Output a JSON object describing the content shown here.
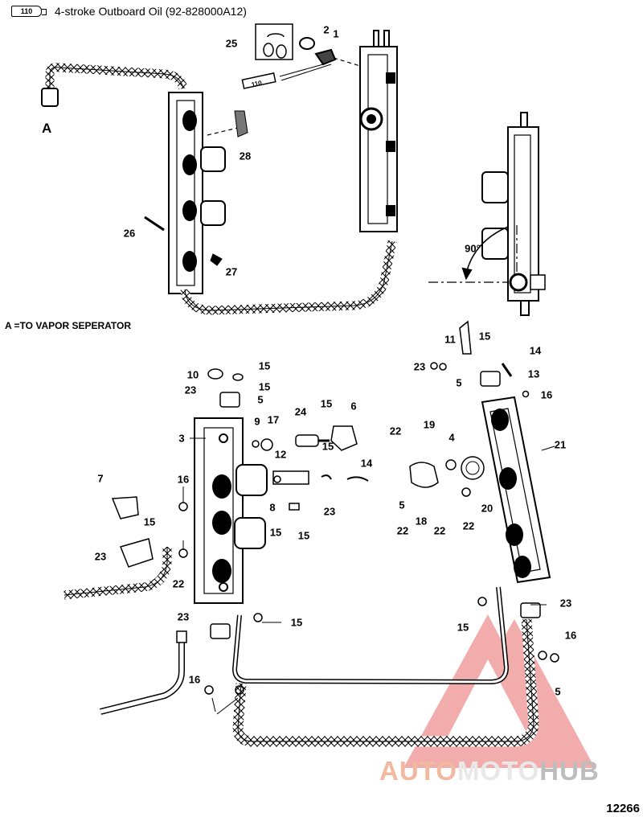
{
  "header": {
    "tube_code": "110",
    "lubricant_text": "4-stroke Outboard Oil (92-828000A12)"
  },
  "view_label": "A",
  "legend_text": "A =TO VAPOR SEPERATOR",
  "angle_label": "90°",
  "figure_number": "12266",
  "watermark": {
    "part1": "AUTO",
    "part2": "MOTO",
    "part3": "HUB"
  },
  "callouts": [
    "1",
    "2",
    "25",
    "28",
    "26",
    "27",
    "11",
    "15",
    "14",
    "13",
    "23",
    "5",
    "16",
    "10",
    "15",
    "23",
    "15",
    "5",
    "9",
    "17",
    "24",
    "15",
    "6",
    "3",
    "12",
    "15",
    "14",
    "23",
    "8",
    "15",
    "15",
    "7",
    "15",
    "23",
    "16",
    "22",
    "22",
    "19",
    "4",
    "21",
    "18",
    "20",
    "22",
    "22",
    "22",
    "5",
    "23",
    "15",
    "16",
    "5",
    "23",
    "15",
    "16"
  ]
}
